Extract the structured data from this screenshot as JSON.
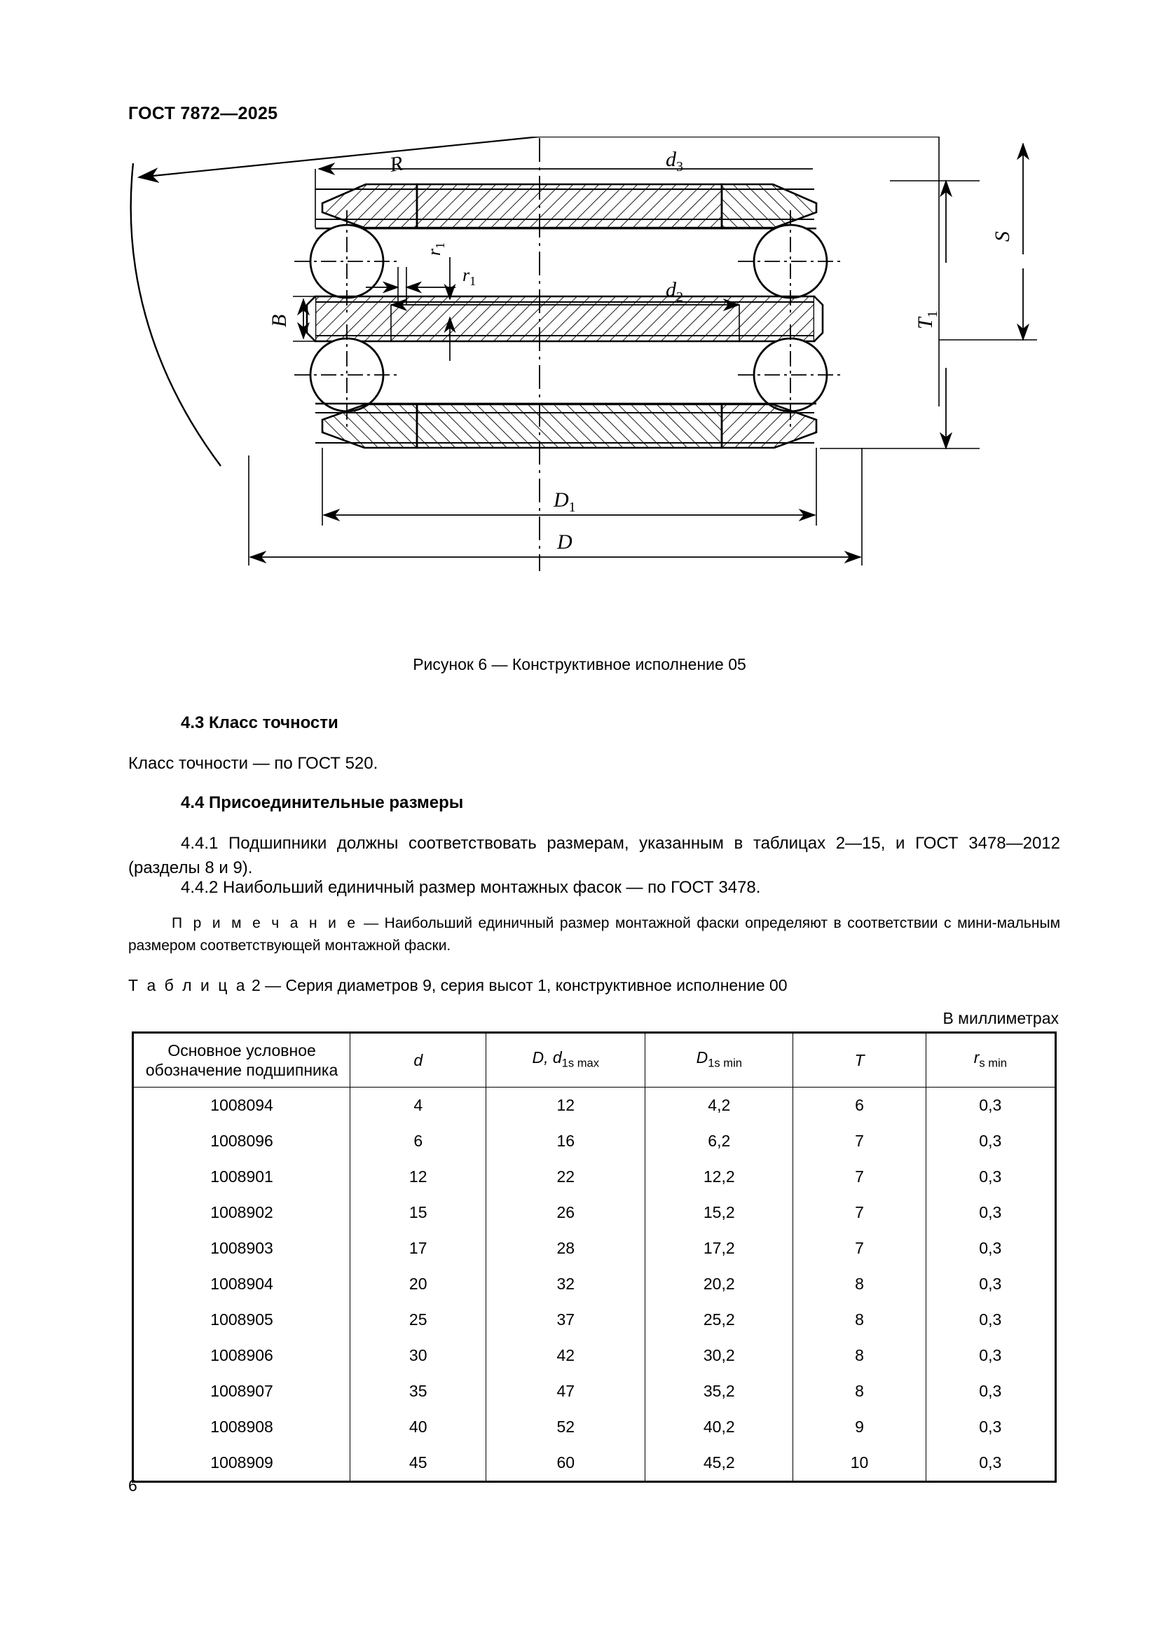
{
  "document": {
    "header": "ГОСТ 7872—2025",
    "page_number": "6"
  },
  "figure": {
    "caption": "Рисунок 6 — Конструктивное исполнение 05",
    "labels": {
      "R": "R",
      "d3": "d",
      "d3_sub": "3",
      "d2": "d",
      "d2_sub": "2",
      "D1": "D",
      "D1_sub": "1",
      "D": "D",
      "B": "B",
      "S": "S",
      "T1": "T",
      "T1_sub": "1",
      "r1_h": "r",
      "r1_h_sub": "1",
      "r1_v": "r",
      "r1_v_sub": "1"
    }
  },
  "sections": {
    "s43_title": "4.3  Класс точности",
    "s43_body": "Класс точности — по ГОСТ 520.",
    "s44_title": "4.4  Присоединительные размеры",
    "s441": "4.4.1 Подшипники должны соответствовать размерам, указанным в таблицах 2—15, и ГОСТ 3478—2012 (разделы 8 и 9).",
    "s442": "4.4.2  Наибольший единичный размер монтажных фасок — по ГОСТ 3478.",
    "note_label": "П р и м е ч а н и е",
    "note_body": " — Наибольший единичный размер монтажной фаски определяют в соответствии с мини-мальным размером соответствующей монтажной фаски."
  },
  "table": {
    "label": "Т а б л и ц а",
    "caption": "  2 — Серия диаметров 9, серия высот 1, конструктивное исполнение 00",
    "units": "В миллиметрах",
    "headers": {
      "name": "Основное условное обозначение подшипника",
      "d": "d",
      "Dd": "D, d",
      "Dd_sub": "1s max",
      "D1": "D",
      "D1_sub": "1s min",
      "T": "T",
      "r": "r",
      "r_sub": "s min"
    },
    "rows": [
      {
        "name": "1008094",
        "d": "4",
        "Dd": "12",
        "D1": "4,2",
        "T": "6",
        "r": "0,3"
      },
      {
        "name": "1008096",
        "d": "6",
        "Dd": "16",
        "D1": "6,2",
        "T": "7",
        "r": "0,3"
      },
      {
        "name": "1008901",
        "d": "12",
        "Dd": "22",
        "D1": "12,2",
        "T": "7",
        "r": "0,3"
      },
      {
        "name": "1008902",
        "d": "15",
        "Dd": "26",
        "D1": "15,2",
        "T": "7",
        "r": "0,3"
      },
      {
        "name": "1008903",
        "d": "17",
        "Dd": "28",
        "D1": "17,2",
        "T": "7",
        "r": "0,3"
      },
      {
        "name": "1008904",
        "d": "20",
        "Dd": "32",
        "D1": "20,2",
        "T": "8",
        "r": "0,3"
      },
      {
        "name": "1008905",
        "d": "25",
        "Dd": "37",
        "D1": "25,2",
        "T": "8",
        "r": "0,3"
      },
      {
        "name": "1008906",
        "d": "30",
        "Dd": "42",
        "D1": "30,2",
        "T": "8",
        "r": "0,3"
      },
      {
        "name": "1008907",
        "d": "35",
        "Dd": "47",
        "D1": "35,2",
        "T": "8",
        "r": "0,3"
      },
      {
        "name": "1008908",
        "d": "40",
        "Dd": "52",
        "D1": "40,2",
        "T": "9",
        "r": "0,3"
      },
      {
        "name": "1008909",
        "d": "45",
        "Dd": "60",
        "D1": "45,2",
        "T": "10",
        "r": "0,3"
      }
    ]
  }
}
